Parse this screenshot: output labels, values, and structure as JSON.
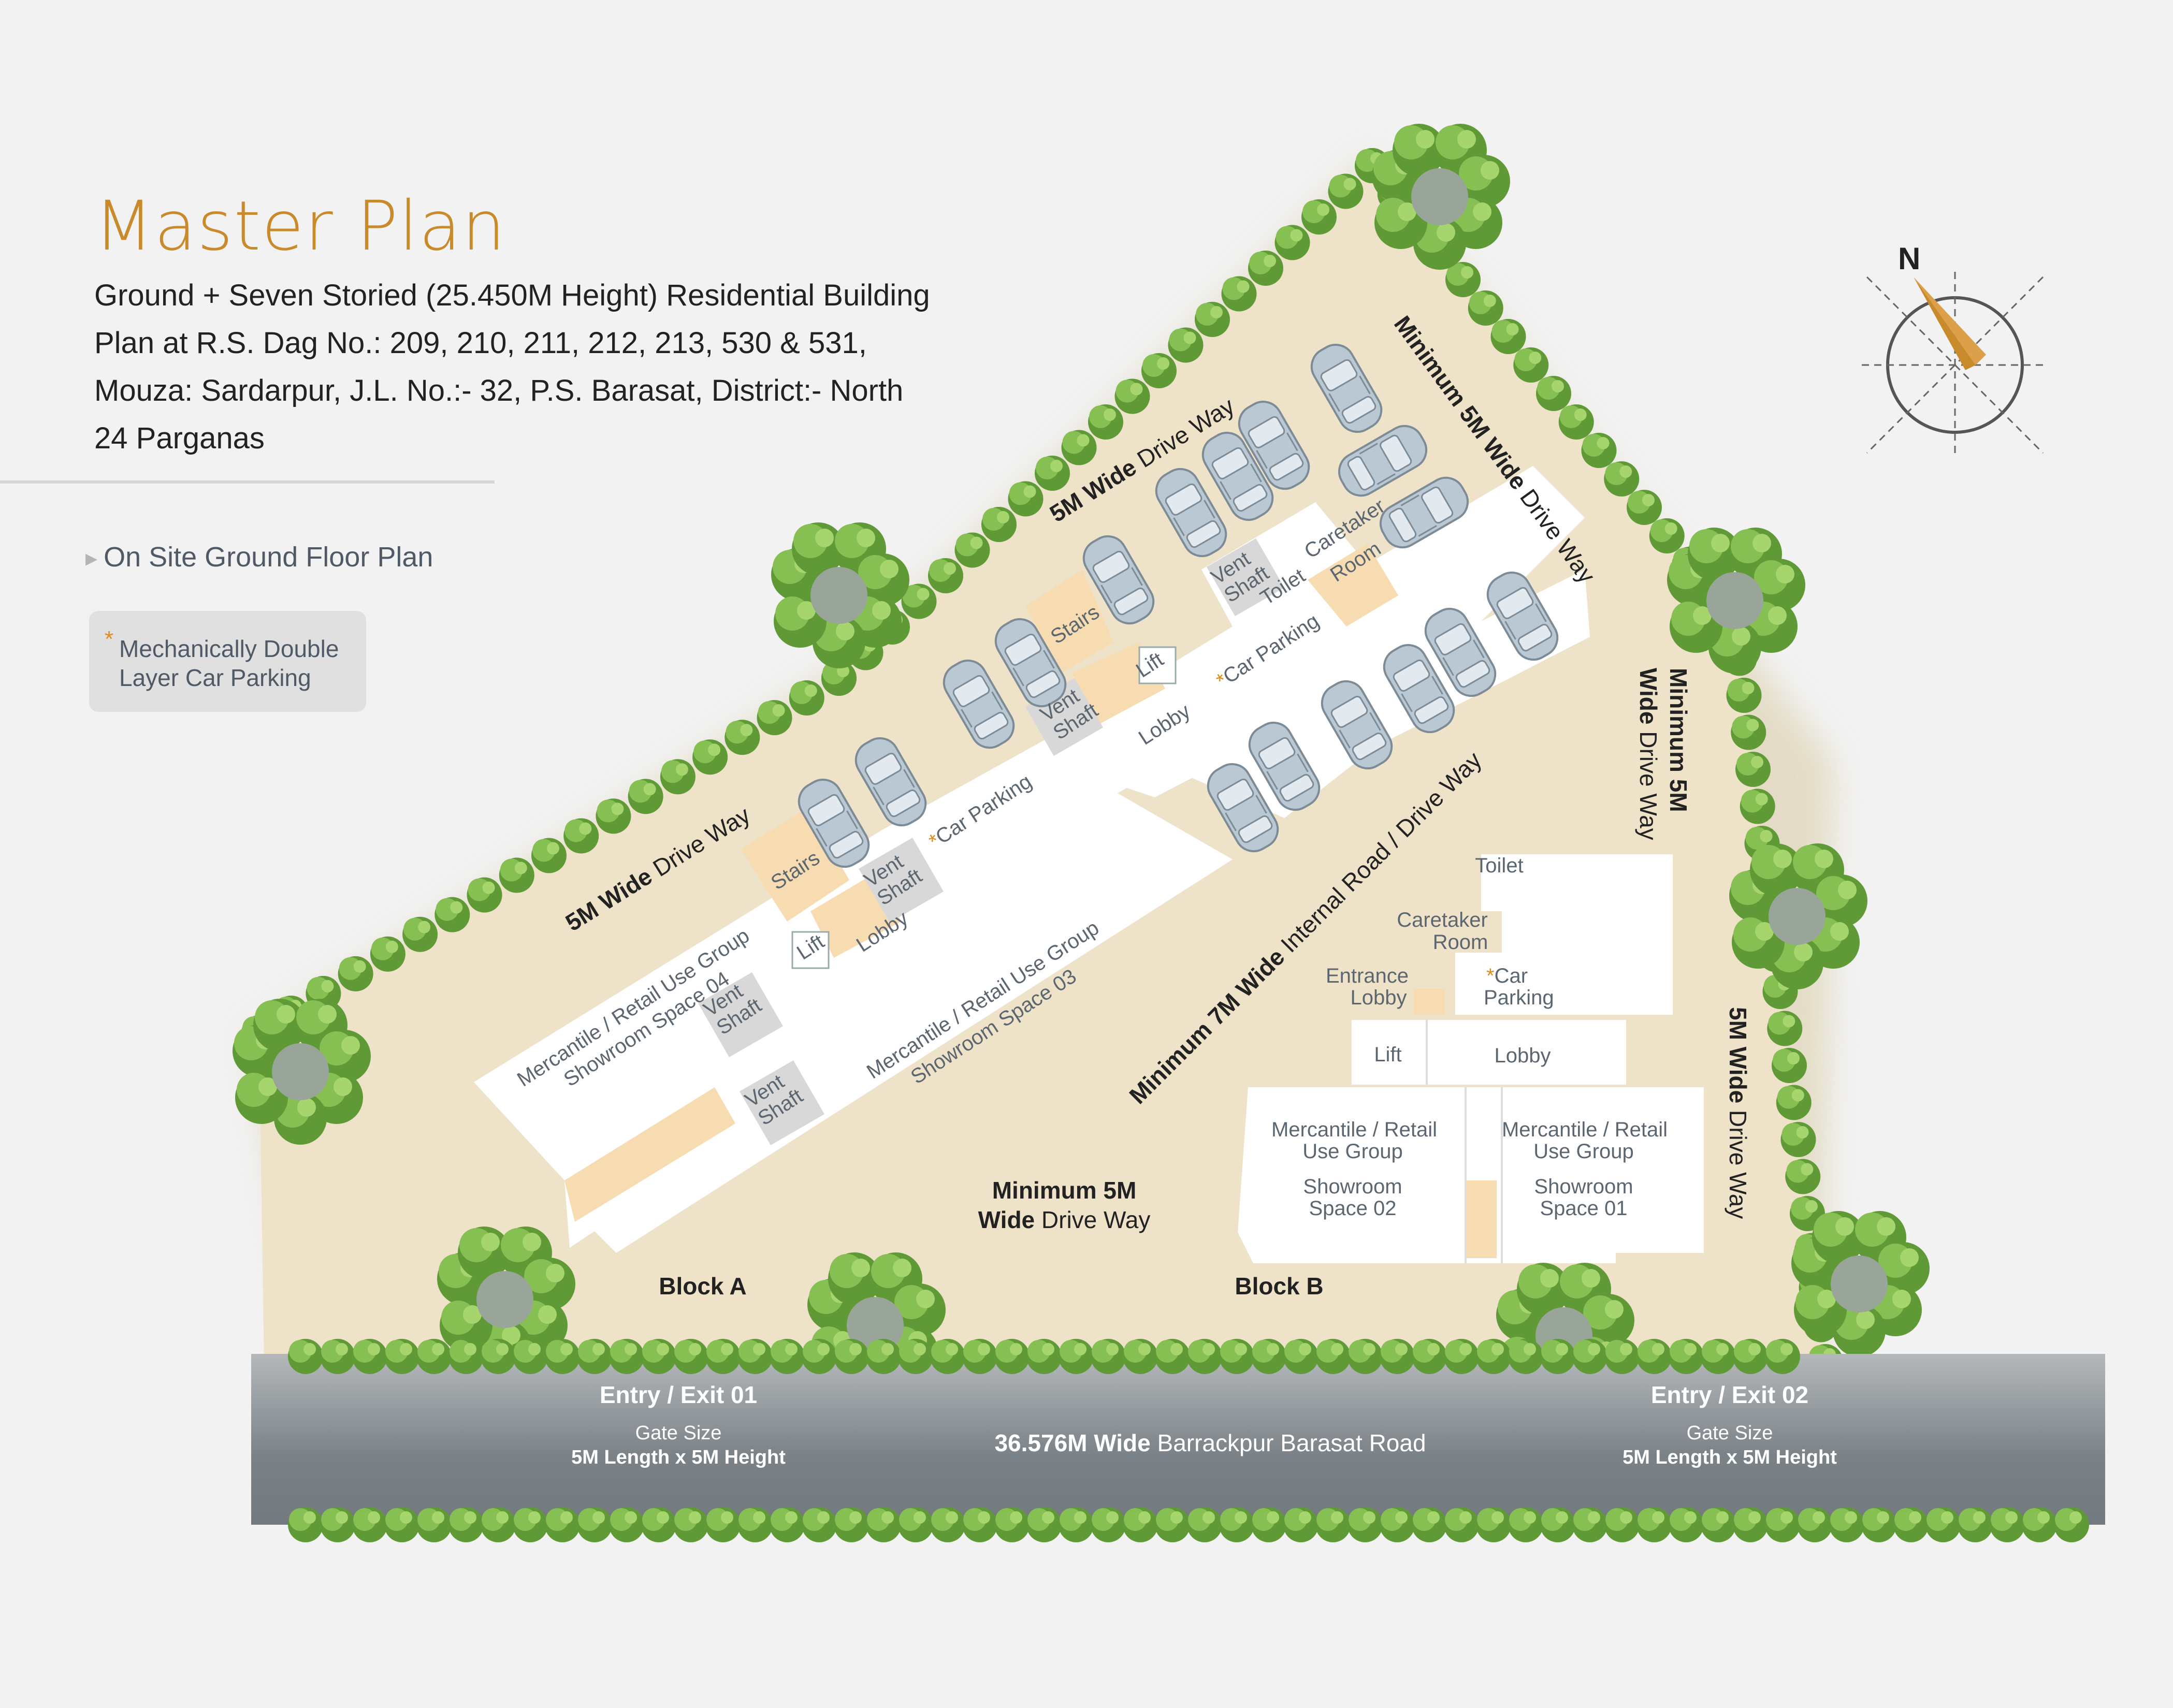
{
  "header": {
    "title": "Master Plan",
    "subtitle": "Ground + Seven Storied (25.450M Height) Residential Building Plan at R.S. Dag No.: 209, 210, 211, 212, 213, 530 & 531, Mouza: Sardarpur, J.L. No.:- 32, P.S. Barasat, District:- North 24 Parganas",
    "section": "On Site Ground Floor Plan",
    "legend_star": "*",
    "legend_text": "Mechanically Double Layer Car Parking"
  },
  "compass": {
    "label": "N"
  },
  "driveways": {
    "d1_bold": "5M Wide",
    "d1_rest": " Drive Way",
    "d2_bold": "5M Wide",
    "d2_rest": " Drive Way",
    "d3_bold": "Minimum 5M Wide",
    "d3_rest": " Drive Way",
    "d4_line1": "Minimum 5M",
    "d4_bold": "Wide",
    "d4_rest": " Drive Way",
    "d5_bold": "5M Wide",
    "d5_rest": " Drive Way",
    "d6_bold": "Minimum 7M Wide",
    "d6_rest": " Internal Road / Drive Way",
    "d7_line1": "Minimum 5M",
    "d7_bold": "Wide",
    "d7_rest": " Drive Way"
  },
  "block_a": {
    "label": "Block A",
    "space04_l1": "Mercantile / Retail Use Group",
    "space04_l2": "Showroom Space 04",
    "space03_l1": "Mercantile / Retail Use Group",
    "space03_l2": "Showroom Space 03",
    "stairs": "Stairs",
    "vent": "Vent",
    "shaft": "Shaft",
    "lift": "Lift",
    "lobby": "Lobby",
    "car_parking": "Car Parking",
    "toilet": "Toilet",
    "caretaker": "Caretaker",
    "room": "Room"
  },
  "block_b": {
    "label": "Block B",
    "toilet": "Toilet",
    "caretaker_l1": "Caretaker",
    "caretaker_l2": "Room",
    "car_l1": "Car",
    "car_l2": "Parking",
    "entrance_l1": "Entrance",
    "entrance_l2": "Lobby",
    "lift": "Lift",
    "lobby": "Lobby",
    "space02_l1": "Mercantile / Retail",
    "space02_l2": "Use Group",
    "space02_l3": "Showroom",
    "space02_l4": "Space 02",
    "space01_l1": "Mercantile / Retail",
    "space01_l2": "Use Group",
    "space01_l3": "Showroom",
    "space01_l4": "Space 01"
  },
  "road": {
    "entry1_title": "Entry / Exit 01",
    "entry1_gate": "Gate Size",
    "entry1_size": "5M Length x 5M Height",
    "entry2_title": "Entry / Exit 02",
    "entry2_gate": "Gate Size",
    "entry2_size": "5M Length x 5M Height",
    "road_bold": "36.576M Wide",
    "road_rest": " Barrackpur Barasat Road"
  },
  "colors": {
    "site_fill": "#eee3c8",
    "building": "#ffffff",
    "core": "#f7dcb2",
    "vent": "#d8d8d8",
    "road": "#7b8287",
    "tree": "#6fa843",
    "accent": "#c98a2c",
    "car": "#b9c8d2"
  }
}
